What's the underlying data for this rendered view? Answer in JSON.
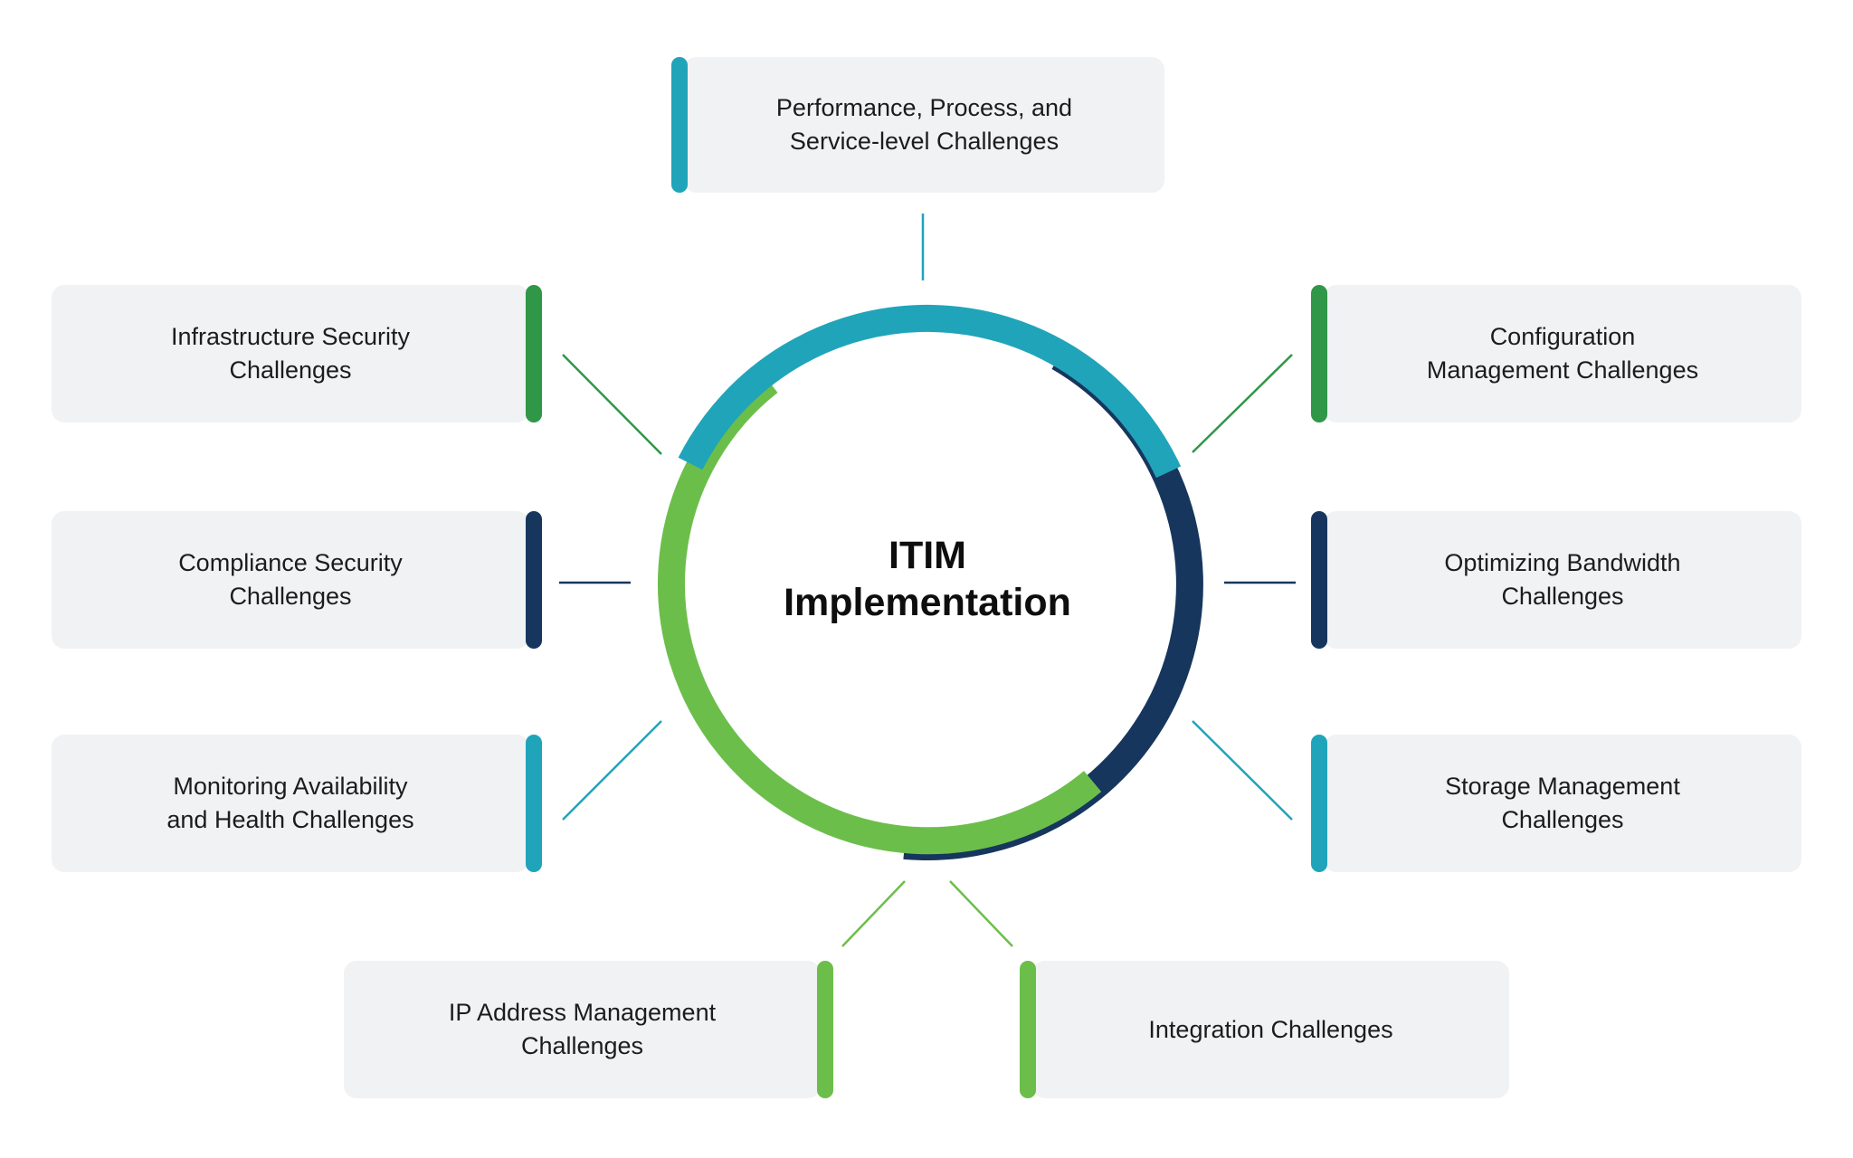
{
  "diagram": {
    "title": "ITIM\nImplementation",
    "colors": {
      "teal": "#20A4BA",
      "navy": "#17365D",
      "green_dark": "#2F9747",
      "green_light": "#6CBE4B",
      "card_background": "#F0F2F4",
      "text": "#1C1C1C"
    },
    "nodes": [
      {
        "id": "performance",
        "label": "Performance, Process, and\nService-level Challenges",
        "accent": "teal",
        "position": "top"
      },
      {
        "id": "infrastructure",
        "label": "Infrastructure Security\nChallenges",
        "accent": "green_dark",
        "position": "left-top"
      },
      {
        "id": "compliance",
        "label": "Compliance Security\nChallenges",
        "accent": "navy",
        "position": "left-middle"
      },
      {
        "id": "monitoring",
        "label": "Monitoring Availability\nand Health Challenges",
        "accent": "teal",
        "position": "left-bottom"
      },
      {
        "id": "configuration",
        "label": "Configuration\nManagement Challenges",
        "accent": "green_dark",
        "position": "right-top"
      },
      {
        "id": "bandwidth",
        "label": "Optimizing Bandwidth\nChallenges",
        "accent": "navy",
        "position": "right-middle"
      },
      {
        "id": "storage",
        "label": "Storage Management\nChallenges",
        "accent": "teal",
        "position": "right-bottom"
      },
      {
        "id": "ip_address",
        "label": "IP Address Management\nChallenges",
        "accent": "green_light",
        "position": "bottom-left"
      },
      {
        "id": "integration",
        "label": "Integration Challenges",
        "accent": "green_light",
        "position": "bottom-right"
      }
    ]
  }
}
